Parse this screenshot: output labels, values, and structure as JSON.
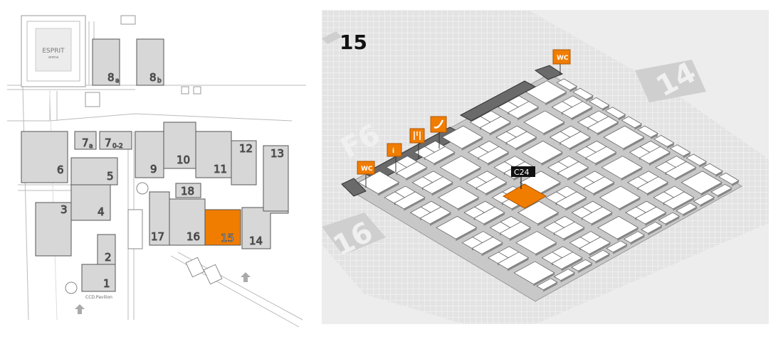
{
  "site_plan": {
    "arena_label": "ESPRIT",
    "arena_sublabel": "arena",
    "pavilion_label": "CCD.Pavilion",
    "highlight_color": "#f07d00",
    "halls": [
      {
        "id": "1",
        "label": "1"
      },
      {
        "id": "2",
        "label": "2"
      },
      {
        "id": "3",
        "label": "3"
      },
      {
        "id": "4",
        "label": "4"
      },
      {
        "id": "5",
        "label": "5"
      },
      {
        "id": "6",
        "label": "6"
      },
      {
        "id": "7a",
        "label": "7",
        "sub": "a"
      },
      {
        "id": "7o2",
        "label": "7",
        "sub": "0-2"
      },
      {
        "id": "8a",
        "label": "8",
        "sub": "a"
      },
      {
        "id": "8b",
        "label": "8",
        "sub": "b"
      },
      {
        "id": "9",
        "label": "9"
      },
      {
        "id": "10",
        "label": "10"
      },
      {
        "id": "11",
        "label": "11"
      },
      {
        "id": "12",
        "label": "12"
      },
      {
        "id": "13",
        "label": "13"
      },
      {
        "id": "14",
        "label": "14"
      },
      {
        "id": "15",
        "label": "15",
        "highlighted": true
      },
      {
        "id": "16",
        "label": "16"
      },
      {
        "id": "17",
        "label": "17"
      },
      {
        "id": "18",
        "label": "18"
      }
    ]
  },
  "hall_plan": {
    "hall_number": "15",
    "neighbor_labels": [
      "14",
      "F6",
      "16"
    ],
    "selected_stand": "C24",
    "highlight_color": "#f07d00",
    "service_icons": [
      {
        "name": "wc-icon",
        "text": "WC"
      },
      {
        "name": "info-icon",
        "text": "i"
      },
      {
        "name": "restaurant-icon",
        "text": ""
      },
      {
        "name": "phone-icon",
        "text": ""
      },
      {
        "name": "wc-icon-2",
        "text": "WC"
      }
    ]
  }
}
